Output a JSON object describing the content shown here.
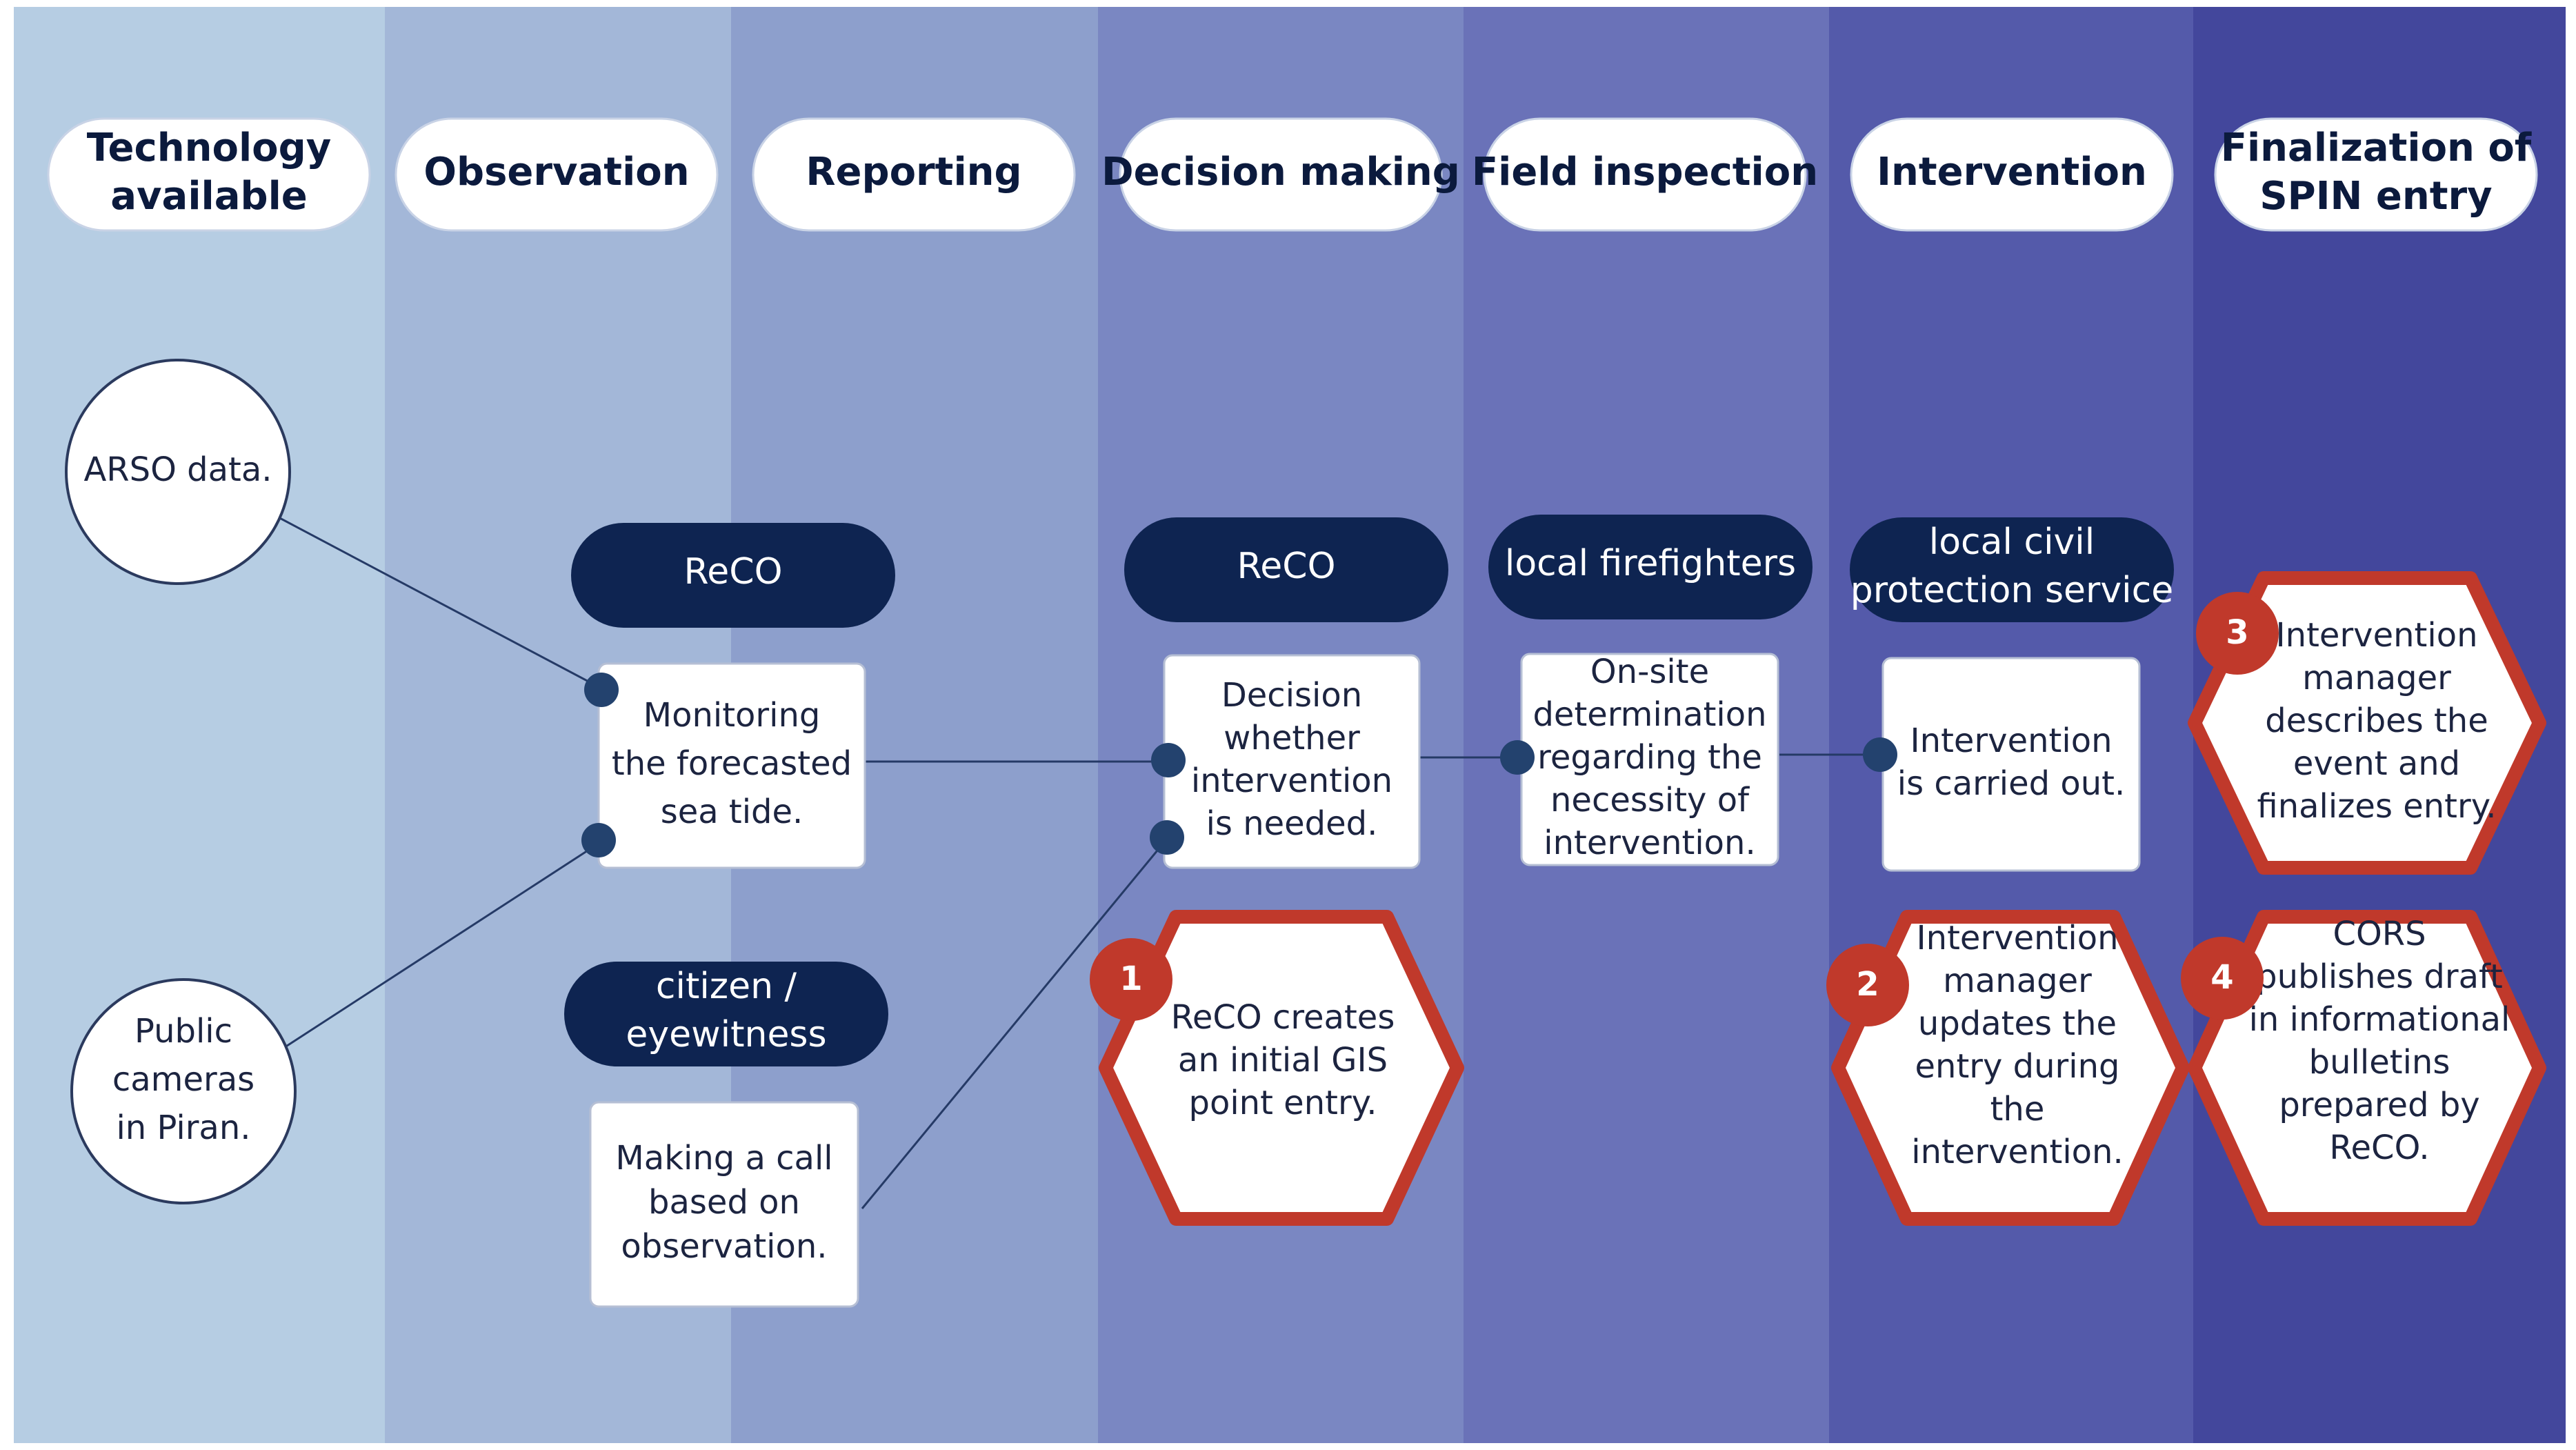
{
  "lanes": {
    "headers": [
      [
        "Technology",
        "available"
      ],
      [
        "Observation"
      ],
      [
        "Reporting"
      ],
      [
        "Decision making"
      ],
      [
        "Field inspection"
      ],
      [
        "Intervention"
      ],
      [
        "Finalization of",
        "SPIN entry"
      ]
    ],
    "colors": [
      "#b6cde3",
      "#a3b7d8",
      "#8d9fcc",
      "#7a87c2",
      "#6a72b8",
      "#545aaa",
      "#43479c"
    ]
  },
  "sources": {
    "arso": [
      "ARSO data."
    ],
    "cameras": [
      "Public",
      "cameras",
      "in Piran."
    ]
  },
  "roles": {
    "reco_observation": [
      "ReCO"
    ],
    "citizen": [
      "citizen /",
      "eyewitness"
    ],
    "reco_decision": [
      "ReCO"
    ],
    "firefighters": [
      "local firefighters"
    ],
    "civil_protection": [
      "local civil",
      "protection service"
    ]
  },
  "activities": {
    "monitoring": [
      "Monitoring",
      "the forecasted",
      "sea tide."
    ],
    "call": [
      "Making a call",
      "based on",
      "observation."
    ],
    "decision": [
      "Decision",
      "whether",
      "intervention",
      "is needed."
    ],
    "onsite": [
      "On-site",
      "determination",
      "regarding the",
      "necessity of",
      "intervention."
    ],
    "carried": [
      "Intervention",
      "is carried out."
    ]
  },
  "steps": {
    "s1": {
      "number": "1",
      "lines": [
        "ReCO creates",
        "an initial GIS",
        "point entry."
      ]
    },
    "s2": {
      "number": "2",
      "lines": [
        "Intervention",
        "manager",
        "updates the",
        "entry during",
        "the",
        "intervention."
      ]
    },
    "s3": {
      "number": "3",
      "lines": [
        "Intervention",
        "manager",
        "describes the",
        "event and",
        "finalizes entry."
      ]
    },
    "s4": {
      "number": "4",
      "lines": [
        "CORS",
        "publishes draft",
        "in informational",
        "bulletins",
        "prepared by",
        "ReCO."
      ]
    }
  },
  "colors": {
    "pill_bg": "#ffffff",
    "role_bg": "#0e2451",
    "box_bg": "#ffffff",
    "connector": "#253a66",
    "dot": "#23426e",
    "hex_border": "#c0392b",
    "badge": "#c0392b"
  }
}
